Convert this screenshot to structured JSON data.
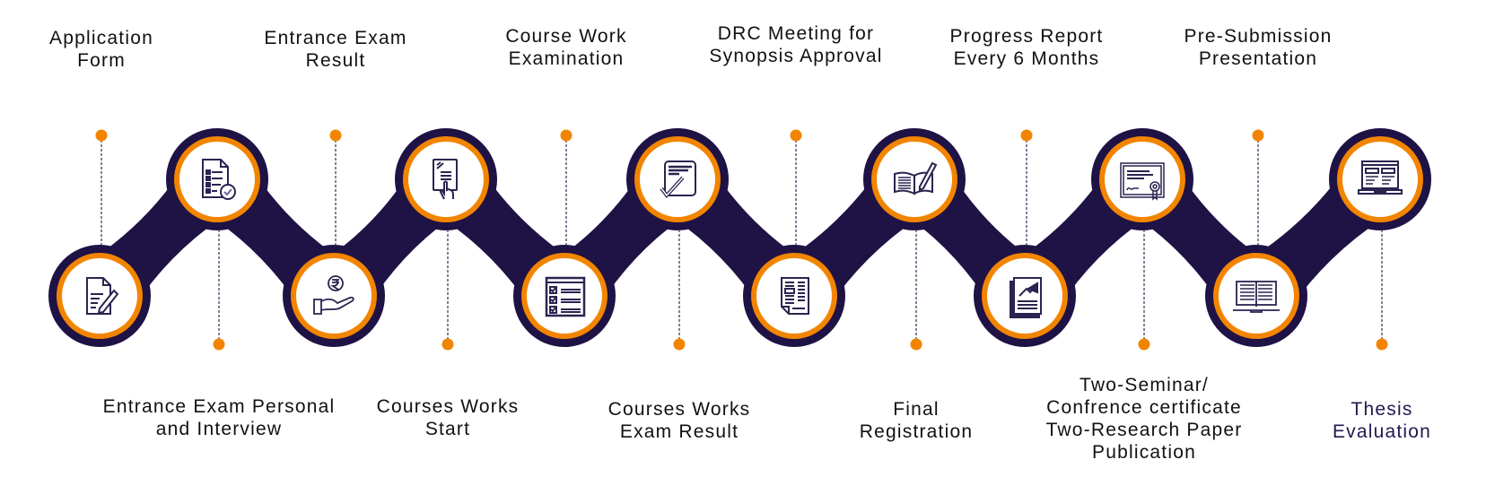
{
  "colors": {
    "navy": "#1f1245",
    "orange": "#f28500",
    "connector_dot": "#f28500",
    "dashed_line": "#5a5878",
    "text": "#111111",
    "accent_text": "#1f1a4f"
  },
  "steps": [
    {
      "id": 1,
      "label": "Application\nForm",
      "position": "top-label",
      "icon": "form-edit-icon"
    },
    {
      "id": 2,
      "label": "Entrance Exam Personal\nand Interview",
      "position": "bottom-label",
      "icon": "checklist-document-icon"
    },
    {
      "id": 3,
      "label": "Entrance Exam\nResult",
      "position": "top-label",
      "icon": "rupee-hand-payment-icon"
    },
    {
      "id": 4,
      "label": "Courses Works\nStart",
      "position": "bottom-label",
      "icon": "tablet-touch-icon"
    },
    {
      "id": 5,
      "label": "Course Work\nExamination",
      "position": "top-label",
      "icon": "checkbox-list-icon"
    },
    {
      "id": 6,
      "label": "Courses Works\nExam Result",
      "position": "bottom-label",
      "icon": "approved-document-icon"
    },
    {
      "id": 7,
      "label": "DRC Meeting for\nSynopsis Approval",
      "position": "top-label",
      "icon": "newspaper-document-icon"
    },
    {
      "id": 8,
      "label": "Final\nRegistration",
      "position": "bottom-label",
      "icon": "book-pen-icon"
    },
    {
      "id": 9,
      "label": "Progress Report\nEvery 6 Months",
      "position": "top-label",
      "icon": "progress-report-icon"
    },
    {
      "id": 10,
      "label": "Two-Seminar/\nConfrence certificate\nTwo-Research Paper\nPublication",
      "position": "bottom-label",
      "icon": "certificate-icon"
    },
    {
      "id": 11,
      "label": "Pre-Submission\nPresentation",
      "position": "top-label",
      "icon": "open-book-laptop-icon"
    },
    {
      "id": 12,
      "label": "Thesis\nEvaluation",
      "position": "bottom-label",
      "icon": "laptop-screen-icon",
      "highlight": true
    }
  ]
}
